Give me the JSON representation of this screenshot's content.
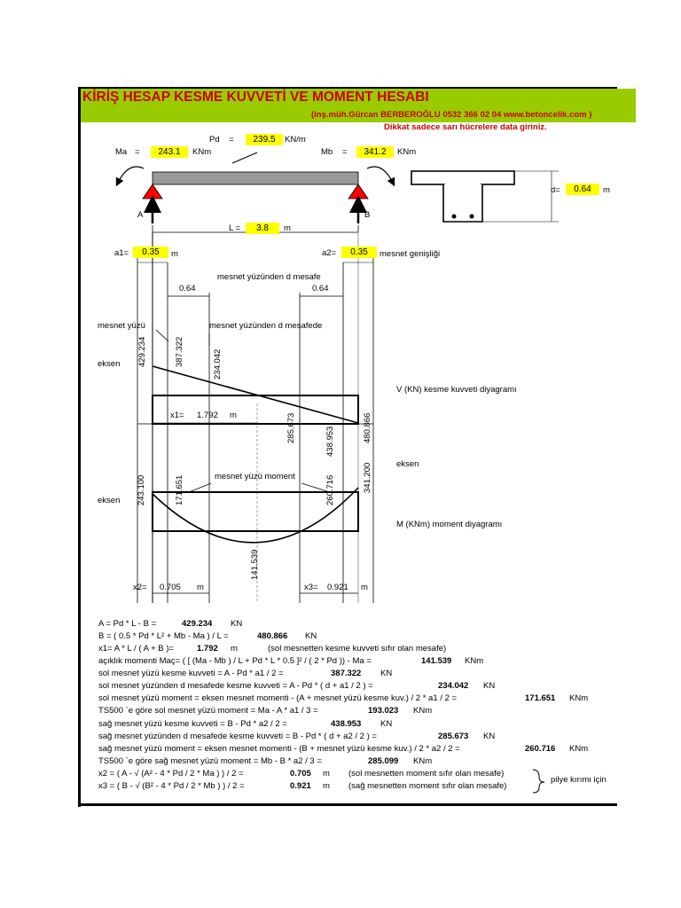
{
  "header": {
    "title": "KİRİŞ HESAP KESME KUVVETİ VE MOMENT HESABI",
    "author": "(inş.müh.Gürcan BERBEROĞLU 0532 366 02 04 www.betoncelik.com )",
    "note": "Dikkat sadece sarı hücrelere data giriniz."
  },
  "inputs": {
    "pd_label": "Pd",
    "pd_eq": "=",
    "pd_value": "239.5",
    "pd_unit": "KN/m",
    "ma_label": "Ma",
    "ma_eq": "=",
    "ma_value": "243.1",
    "ma_unit": "KNm",
    "mb_label": "Mb",
    "mb_eq": "=",
    "mb_value": "341.2",
    "mb_unit": "KNm",
    "d_label": "d=",
    "d_value": "0.64",
    "d_unit": "m",
    "l_label": "L =",
    "l_value": "3.8",
    "l_unit": "m",
    "a1_label": "a1=",
    "a1_value": "0.35",
    "a1_unit": "m",
    "a2_label": "a2=",
    "a2_value": "0.35",
    "a2_unit": "mesnet genişliği"
  },
  "supports": {
    "a": "A",
    "b": "B"
  },
  "shear": {
    "d_distance_label": "mesnet yüzünden d mesafe",
    "d_left": "0.64",
    "d_right": "0.64",
    "support_face_label": "mesnet yüzü",
    "at_d_label": "mesnet yüzünden d mesafede",
    "axis_label": "eksen",
    "v_a": "429.234",
    "v_face_left": "387.322",
    "v_d_left": "234.042",
    "v_d_right": "285.673",
    "v_face_right": "438.953",
    "v_b": "480.866",
    "x1_label": "x1=",
    "x1_value": "1.792",
    "x1_unit": "m",
    "title": "V (KN) kesme kuvveti diyagramı"
  },
  "moment": {
    "axis_label_right": "eksen",
    "axis_label_left": "eksen",
    "face_label": "mesnet yüzü moment",
    "m_a": "243.100",
    "m_face_left": "171.651",
    "m_face_right": "260.716",
    "m_b": "341.200",
    "m_span": "141.539",
    "title": "M (KNm) moment diyagramı",
    "x2_label": "x2=",
    "x2_value": "0.705",
    "x2_unit": "m",
    "x3_label": "x3=",
    "x3_value": "0.921",
    "x3_unit": "m"
  },
  "calculations": [
    {
      "formula": "A = Pd * L - B =",
      "value": "429.234",
      "unit": "KN",
      "comment": ""
    },
    {
      "formula": "B = ( 0.5 * Pd * L² + Mb - Ma ) / L =",
      "value": "480.866",
      "unit": "KN",
      "comment": ""
    },
    {
      "formula": "x1= A * L / ( A + B )=",
      "value": "1.792",
      "unit": "m",
      "comment": "(sol mesnetten kesme kuvveti sıfır olan mesafe)"
    },
    {
      "formula": "açıklık momenti    Maç= ( [ (Ma - Mb ) / L + Pd * L * 0.5 ]² / ( 2 * Pd )) - Ma =",
      "value": "141.539",
      "unit": "KNm",
      "comment": ""
    },
    {
      "formula": "sol mesnet yüzü kesme kuvveti = A - Pd * a1 / 2 =",
      "value": "387.322",
      "unit": "KN",
      "comment": ""
    },
    {
      "formula": "sol mesnet yüzünden d mesafede  kesme kuvveti = A - Pd * ( d + a1 / 2 ) =",
      "value": "234.042",
      "unit": "KN",
      "comment": ""
    },
    {
      "formula": "sol mesnet yüzü moment = eksen mesnet momenti - (A + mesnet yüzü kesme kuv.) / 2 * a1 / 2 =",
      "value": "171.651",
      "unit": "KNm",
      "comment": ""
    },
    {
      "formula": "TS500 `e göre sol mesnet yüzü moment = Ma - A * a1 / 3 =",
      "value": "193.023",
      "unit": "KNm",
      "comment": ""
    },
    {
      "formula": "sağ mesnet yüzü kesme kuvveti =  B - Pd * a2 / 2 =",
      "value": "438.953",
      "unit": "KN",
      "comment": ""
    },
    {
      "formula": "sağ mesnet yüzünden d mesafede  kesme kuvveti = B - Pd * ( d + a2 / 2 ) =",
      "value": "285.673",
      "unit": "KN",
      "comment": ""
    },
    {
      "formula": "sağ mesnet yüzü moment = eksen mesnet momenti - (B + mesnet yüzü kesme kuv.) / 2 * a2 / 2 =",
      "value": "260.716",
      "unit": "KNm",
      "comment": ""
    },
    {
      "formula": "TS500 `e göre sağ mesnet yüzü moment = Mb - B * a2 / 3 =",
      "value": "285.099",
      "unit": "KNm",
      "comment": ""
    },
    {
      "formula": "x2 =  ( A - √ (A² - 4 * Pd / 2 * Ma ) ) / 2  =",
      "value": "0.705",
      "unit": "m",
      "comment": "(sol mesnetten moment sıfır olan mesafe)"
    },
    {
      "formula": "x3 =  ( B - √ (B² - 4 * Pd / 2 * Mb ) ) / 2  =",
      "value": "0.921",
      "unit": "m",
      "comment": "(sağ mesnetten moment sıfır olan mesafe)"
    }
  ],
  "pilye_note": "pilye kırımı için"
}
